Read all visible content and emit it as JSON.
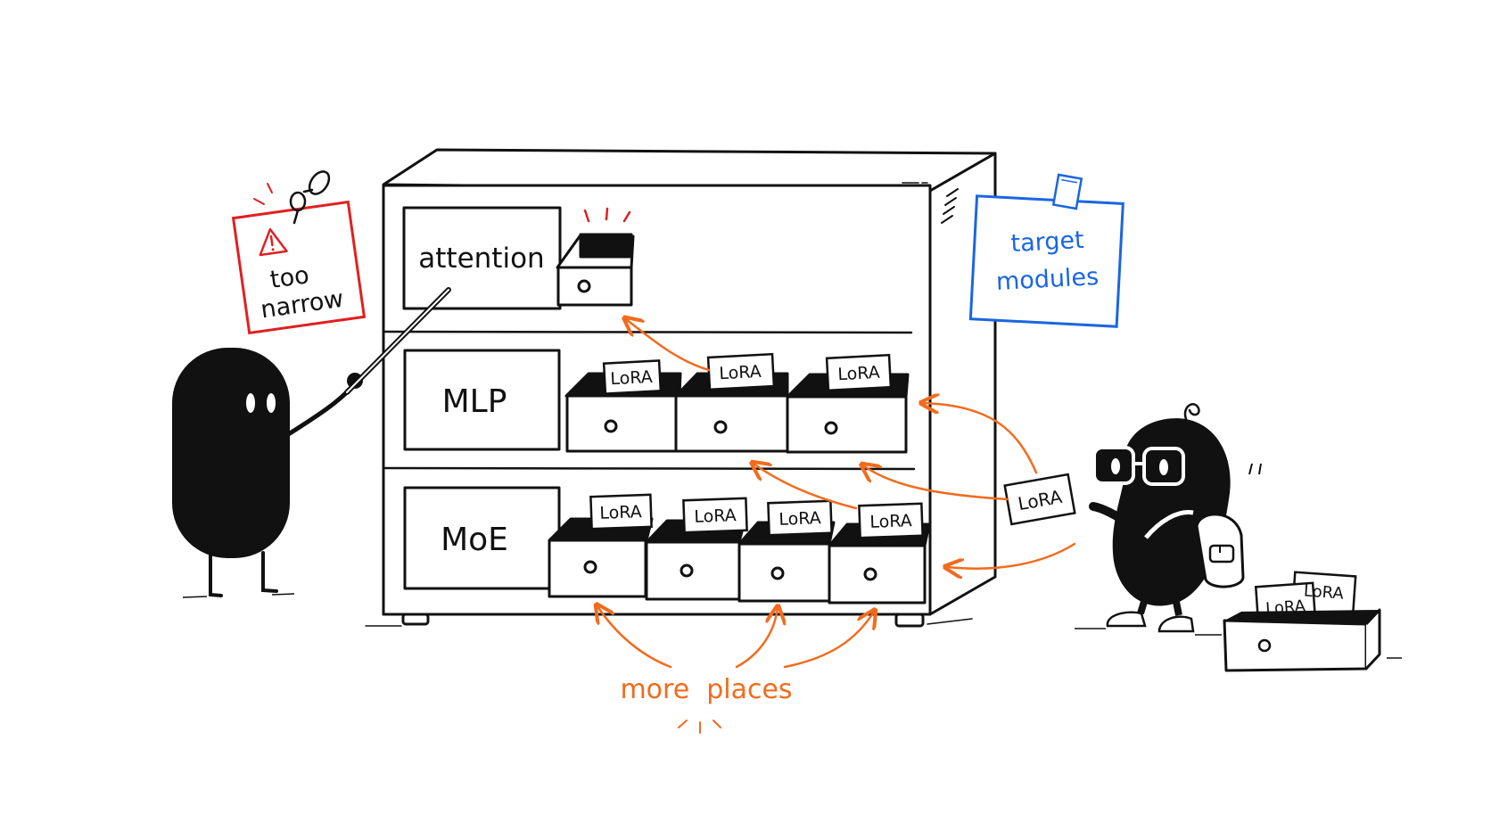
{
  "cabinet": {
    "rows": [
      {
        "label": "attention"
      },
      {
        "label": "MLP"
      },
      {
        "label": "MoE"
      }
    ]
  },
  "cards": {
    "mlp": [
      "LoRA",
      "LoRA",
      "LoRA"
    ],
    "moe": [
      "LoRA",
      "LoRA",
      "LoRA",
      "LoRA"
    ],
    "held": "LoRA",
    "box_front": "LoRA",
    "box_back": "LoRA"
  },
  "notes": {
    "warning_line1": "too",
    "warning_line2": "narrow",
    "target_line1": "target",
    "target_line2": "modules"
  },
  "caption": "more  places",
  "colors": {
    "ink": "#111111",
    "warning": "#e02020",
    "note_blue": "#1a66e0",
    "arrow_orange": "#f26b1d"
  },
  "icons": [
    "warning-icon",
    "pushpin-icon",
    "tape-icon",
    "backpack-icon",
    "glasses-icon"
  ]
}
